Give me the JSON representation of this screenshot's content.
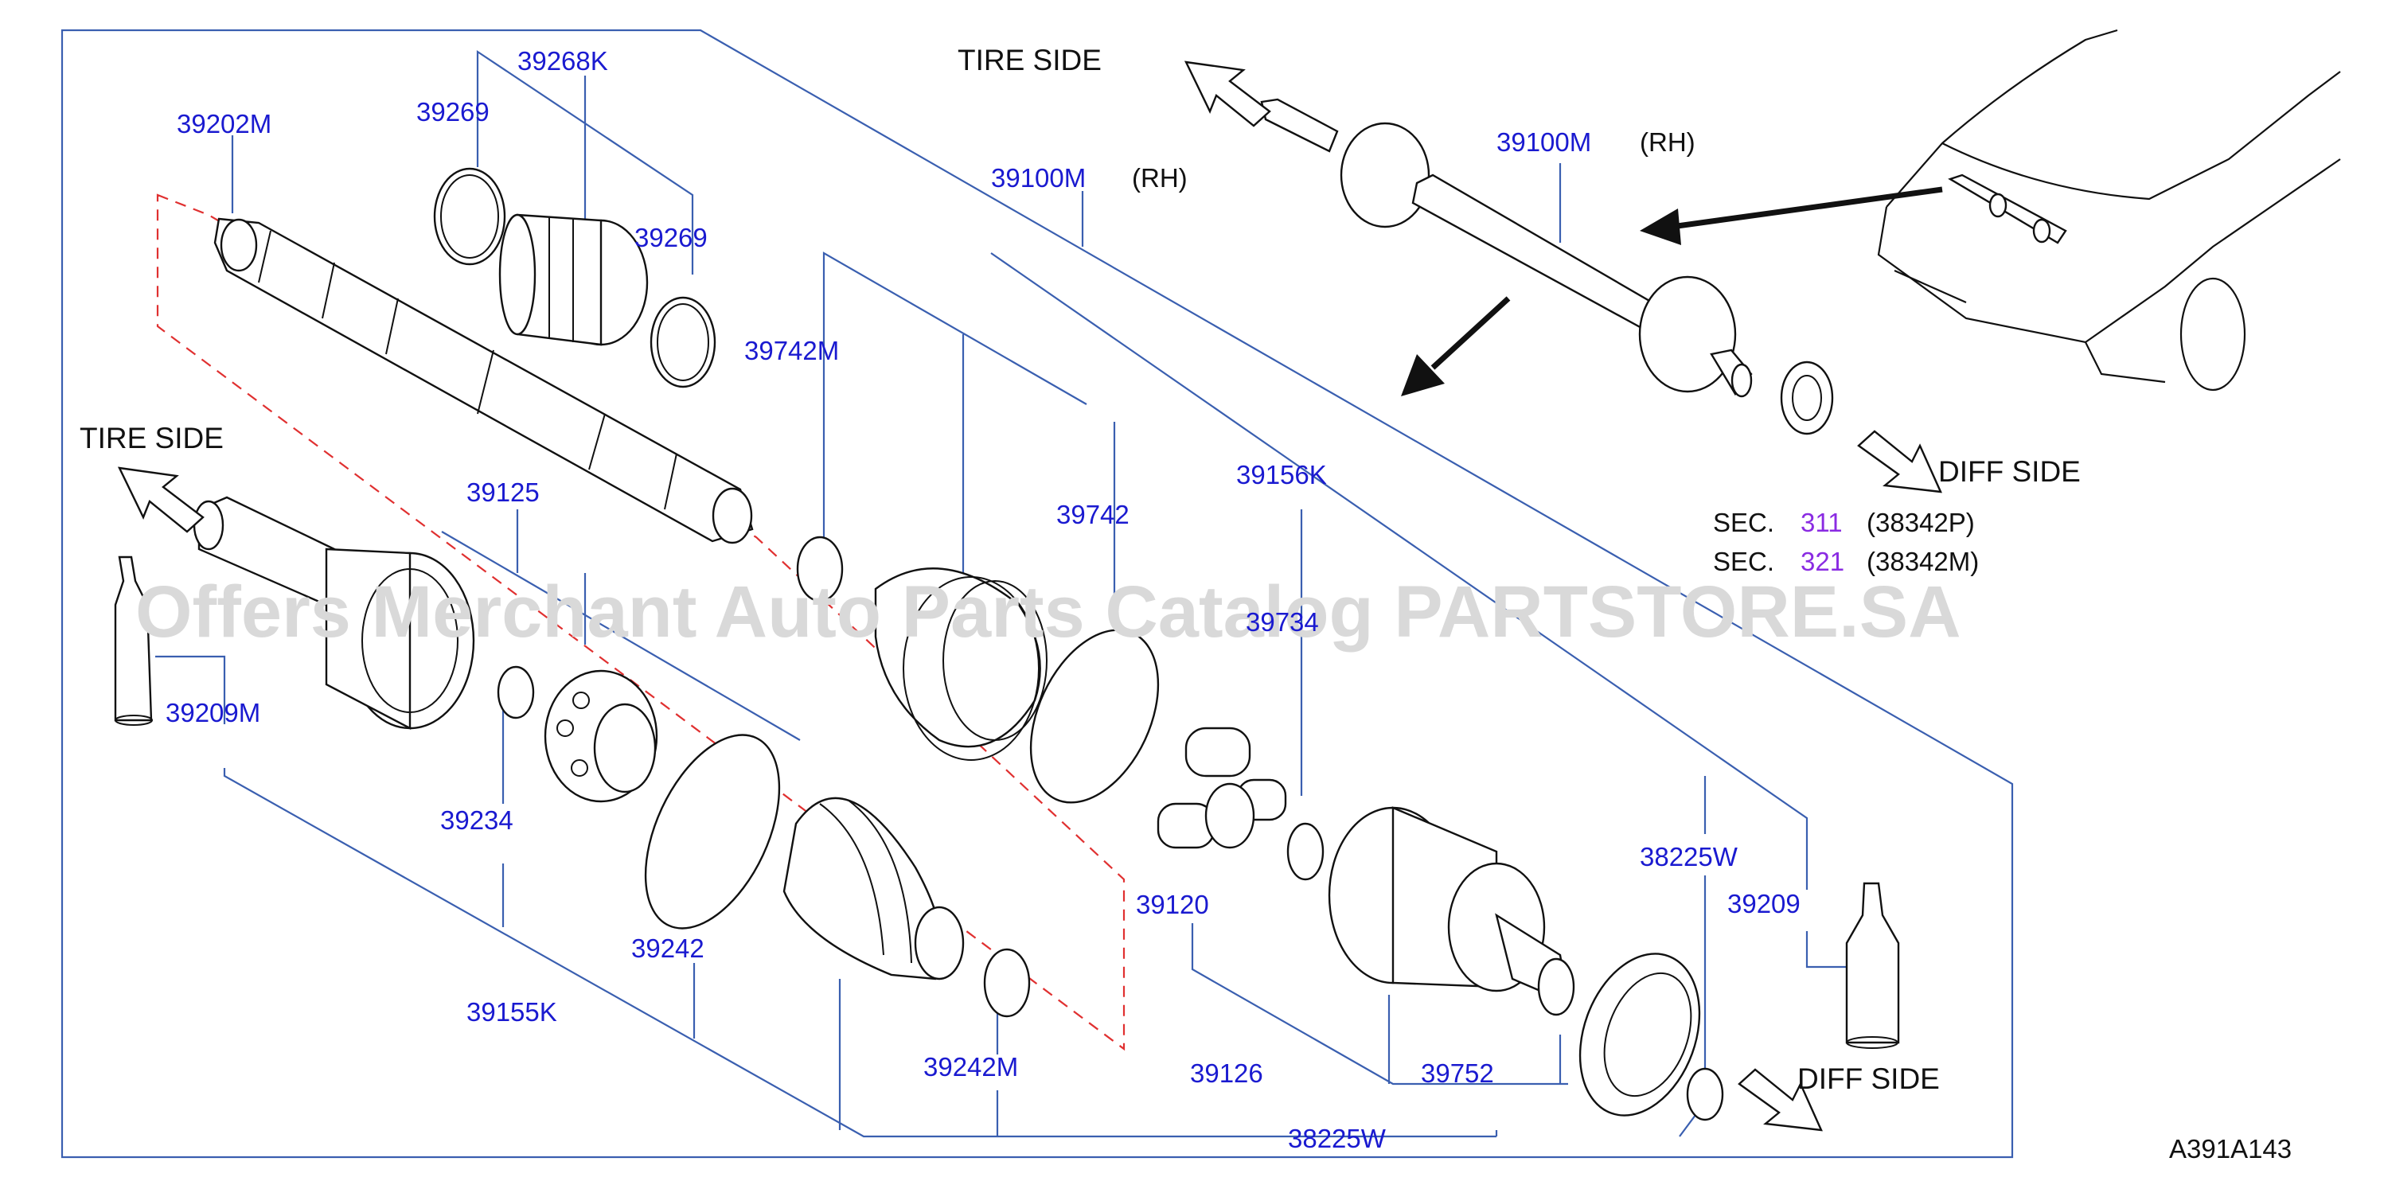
{
  "watermark": "Offers Merchant Auto Parts Catalog PARTSTORE.SA",
  "diagram_code": "A391A143",
  "labels": {
    "tire_side_top": "TIRE  SIDE",
    "tire_side_left": "TIRE  SIDE",
    "diff_side_top": "DIFF  SIDE",
    "diff_side_bottom": "DIFF  SIDE",
    "rh_main": "(RH)",
    "rh_assembly": "(RH)"
  },
  "section_refs": [
    {
      "prefix": "SEC.",
      "number": "311",
      "code": "(38342P)"
    },
    {
      "prefix": "SEC.",
      "number": "321",
      "code": "(38342M)"
    }
  ],
  "parts": {
    "p39268K": "39268K",
    "p39269_top": "39269",
    "p39269_right": "39269",
    "p39202M": "39202M",
    "p39100M_main": "39100M",
    "p39100M_assembly": "39100M",
    "p39742M": "39742M",
    "p39742": "39742",
    "p39156K": "39156K",
    "p39125": "39125",
    "p39734": "39734",
    "p39209M": "39209M",
    "p39234": "39234",
    "p39242": "39242",
    "p39155K": "39155K",
    "p39242M": "39242M",
    "p39120": "39120",
    "p39126": "39126",
    "p39752": "39752",
    "p38225W_right": "38225W",
    "p38225W_bottom": "38225W",
    "p39209": "39209"
  },
  "colors": {
    "part_number": "#1a1ad0",
    "leader_line": "#3a5fb0",
    "section_number": "#8a2be2",
    "dashed_outline": "#e03030",
    "drawing": "#111111",
    "watermark": "#d9d9d9"
  }
}
